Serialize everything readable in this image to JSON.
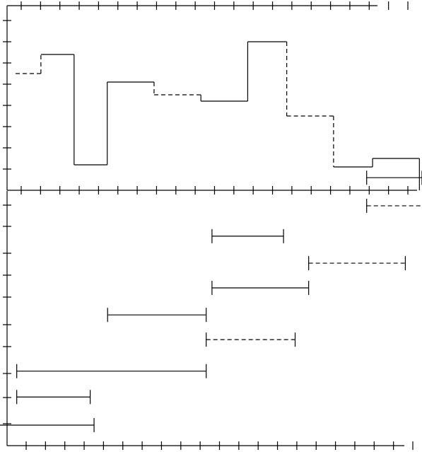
{
  "chart_data": [
    {
      "type": "line",
      "subtype": "step",
      "title": "",
      "xlabel": "",
      "ylabel": "",
      "tick_labels": "none",
      "grid": false,
      "legend": "none",
      "x_domain": [
        0,
        20
      ],
      "y_domain": [
        0,
        8.7
      ],
      "x_ticks_top": [
        0,
        20
      ],
      "x_ticks_bottom": [
        0,
        21
      ],
      "y_ticks": [
        1,
        8
      ],
      "segments": [
        {
          "x0": 0.0,
          "x1": 1.3,
          "y": 5.5,
          "style": "dashed"
        },
        {
          "x0": 1.3,
          "x1": 3.0,
          "y": 6.4,
          "style": "solid"
        },
        {
          "x0": 3.0,
          "x1": 4.7,
          "y": 1.2,
          "style": "solid"
        },
        {
          "x0": 4.7,
          "x1": 7.1,
          "y": 5.1,
          "style": "solid"
        },
        {
          "x0": 7.1,
          "x1": 9.5,
          "y": 4.5,
          "style": "dashed"
        },
        {
          "x0": 9.5,
          "x1": 11.9,
          "y": 4.2,
          "style": "solid"
        },
        {
          "x0": 11.9,
          "x1": 13.9,
          "y": 7.0,
          "style": "solid"
        },
        {
          "x0": 13.9,
          "x1": 16.3,
          "y": 3.5,
          "style": "dashed"
        },
        {
          "x0": 16.3,
          "x1": 18.3,
          "y": 1.1,
          "style": "solid"
        },
        {
          "x0": 18.3,
          "x1": 20.7,
          "y": 1.5,
          "style": "solid"
        }
      ],
      "risers": [
        {
          "x": 1.3,
          "style": "dashed"
        },
        {
          "x": 3.0,
          "style": "solid"
        },
        {
          "x": 4.7,
          "style": "solid"
        },
        {
          "x": 7.1,
          "style": "dashed"
        },
        {
          "x": 9.5,
          "style": "solid"
        },
        {
          "x": 11.9,
          "style": "solid"
        },
        {
          "x": 13.9,
          "style": "dashed"
        },
        {
          "x": 16.3,
          "style": "dashed"
        },
        {
          "x": 18.3,
          "style": "solid"
        },
        {
          "x": 20.7,
          "style": "solid"
        }
      ]
    },
    {
      "type": "interval",
      "title": "",
      "xlabel": "",
      "ylabel": "",
      "tick_labels": "none",
      "grid": false,
      "legend": "none",
      "x_domain": [
        0,
        21
      ],
      "y_domain": [
        0,
        12.1
      ],
      "y_ticks": [
        1,
        11
      ],
      "intervals": [
        {
          "row": 1.0,
          "start": -0.5,
          "end": 4.5,
          "style": "solid",
          "left_cap": false,
          "right_cap": true
        },
        {
          "row": 2.25,
          "start": 0.5,
          "end": 4.3,
          "style": "solid",
          "left_cap": true,
          "right_cap": true
        },
        {
          "row": 3.4,
          "start": 0.5,
          "end": 10.3,
          "style": "solid",
          "left_cap": true,
          "right_cap": true
        },
        {
          "row": 4.8,
          "start": 10.3,
          "end": 14.9,
          "style": "dashed",
          "left_cap": true,
          "right_cap": true
        },
        {
          "row": 5.9,
          "start": 5.2,
          "end": 10.3,
          "style": "solid",
          "left_cap": true,
          "right_cap": true
        },
        {
          "row": 7.1,
          "start": 10.6,
          "end": 15.6,
          "style": "solid",
          "left_cap": true,
          "right_cap": true
        },
        {
          "row": 8.2,
          "start": 15.6,
          "end": 20.6,
          "style": "dashed",
          "left_cap": true,
          "right_cap": true
        },
        {
          "row": 9.4,
          "start": 10.6,
          "end": 14.3,
          "style": "solid",
          "left_cap": true,
          "right_cap": true
        },
        {
          "row": 10.75,
          "start": 18.6,
          "end": 22.0,
          "style": "dashed",
          "left_cap": true,
          "right_cap": false
        },
        {
          "row": 12.0,
          "start": 18.6,
          "end": 21.6,
          "style": "solid",
          "left_cap": true,
          "right_cap": true
        }
      ]
    }
  ]
}
